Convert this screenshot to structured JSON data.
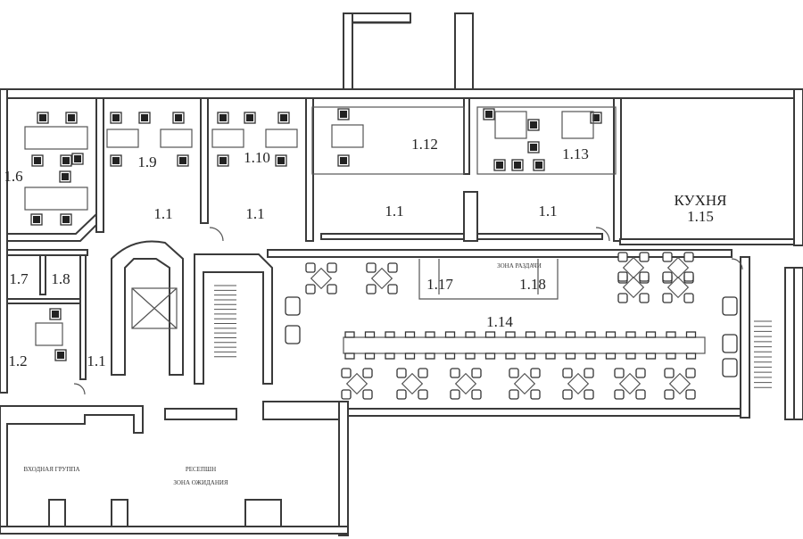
{
  "plan": {
    "rooms": {
      "r1_6": "1.6",
      "r1_9": "1.9",
      "r1_10": "1.10",
      "r1_12": "1.12",
      "r1_13": "1.13",
      "r1_15_name": "КУХНЯ",
      "r1_15": "1.15",
      "corr_a": "1.1",
      "corr_b": "1.1",
      "corr_c": "1.1",
      "corr_d": "1.1",
      "corr_e": "1.1",
      "r1_7": "1.7",
      "r1_8": "1.8",
      "r1_2": "1.2",
      "r1_14": "1.14",
      "r1_17": "1.17",
      "r1_18": "1.18"
    },
    "notes": {
      "serving_zone": "ЗОНА РАЗДАЧИ",
      "entrance_group": "ВХОДНАЯ ГРУППА",
      "reception": "РЕСЕПШН",
      "waiting_zone": "ЗОНА ОЖИДАНИЯ"
    }
  }
}
